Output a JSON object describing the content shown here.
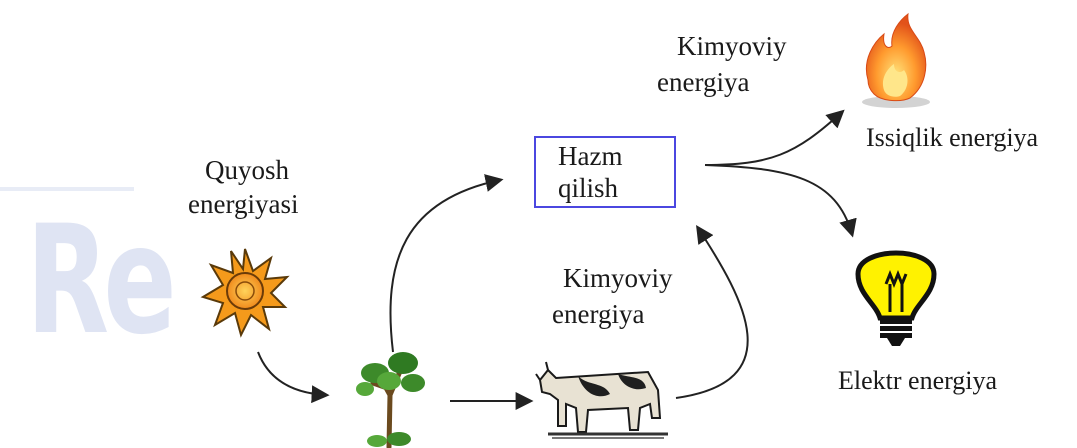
{
  "watermark": {
    "text": "Re"
  },
  "labels": {
    "sun_label_line1": "Quyosh",
    "sun_label_line2": "energiyasi",
    "chem_top_line1": "Kimyoviy",
    "chem_top_line2": "energiya",
    "chem_mid_line1": "Kimyoviy",
    "chem_mid_line2": "energiya",
    "digestion_line1": "Hazm",
    "digestion_line2": "qilish",
    "heat": "Issiqlik energiya",
    "electric": "Elektr energiya"
  },
  "icons": [
    "sun-icon",
    "tree-icon",
    "cow-icon",
    "fire-icon",
    "light-bulb-icon"
  ],
  "colors": {
    "box_border": "#4b47e0",
    "arrows": "#222222"
  }
}
